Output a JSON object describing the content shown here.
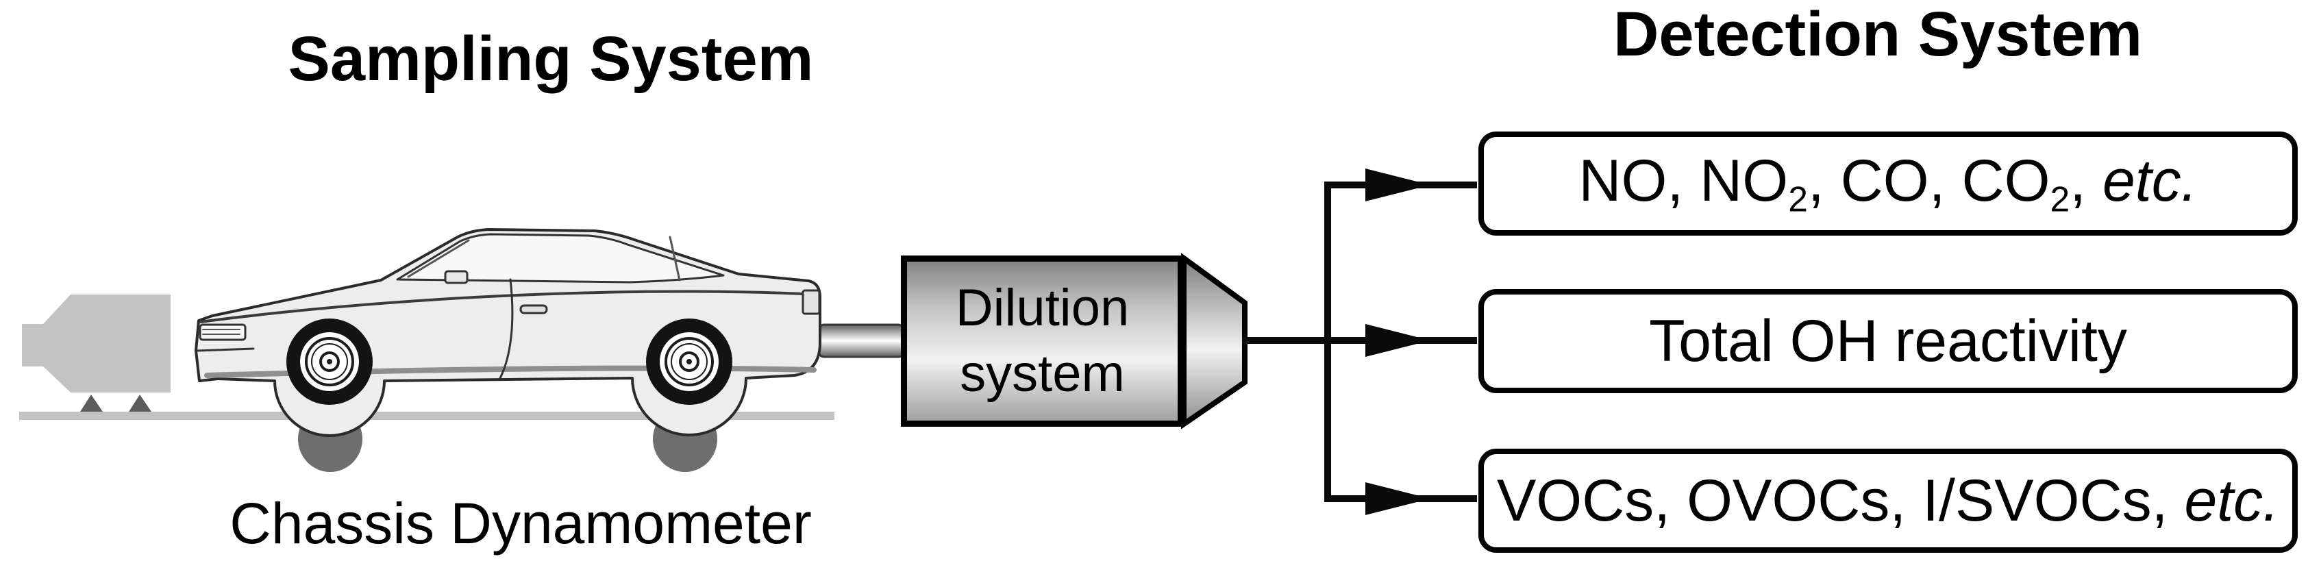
{
  "titles": {
    "sampling": "Sampling System",
    "detection": "Detection System"
  },
  "labels": {
    "chassis_dynamometer": "Chassis Dynamometer"
  },
  "dilution_box": {
    "line1": "Dilution",
    "line2": "system"
  },
  "detection_boxes": [
    {
      "name": "gases",
      "segments": [
        {
          "t": "NO, NO"
        },
        {
          "t": "2",
          "style": "sub"
        },
        {
          "t": ", CO, CO"
        },
        {
          "t": "2",
          "style": "sub"
        },
        {
          "t": ", "
        },
        {
          "t": "etc.",
          "style": "italic"
        }
      ]
    },
    {
      "name": "oh-reactivity",
      "segments": [
        {
          "t": "Total OH reactivity"
        }
      ]
    },
    {
      "name": "vocs",
      "segments": [
        {
          "t": "VOCs, OVOCs, I/SVOCs, "
        },
        {
          "t": "etc.",
          "style": "italic"
        }
      ]
    }
  ],
  "icons": {
    "flow_arrowhead": "right-pointing solid triangle",
    "car": "side-view coupe line drawing",
    "exhaust_duct": "gray extraction duct silhouette",
    "dyno_roller": "dark gray roller ellipse"
  },
  "colors": {
    "background": "#ffffff",
    "text": "#000000",
    "flow_line": "#0a0a0a",
    "detection_box_fill": "#ffffff",
    "detection_box_border": "#000000",
    "dilution_gradient_top": "#858585",
    "dilution_gradient_mid": "#f1f1f1",
    "dilution_gradient_bottom": "#a2a2a2",
    "ground_bar": "#c2c2c2",
    "dyno_roller": "#6e6e6e",
    "exhaust_duct": "#c3c3c3",
    "duct_feet": "#5c5c5c",
    "car_body_fill": "#ededed",
    "car_outline": "#2b2b2b",
    "tire": "#131313"
  }
}
